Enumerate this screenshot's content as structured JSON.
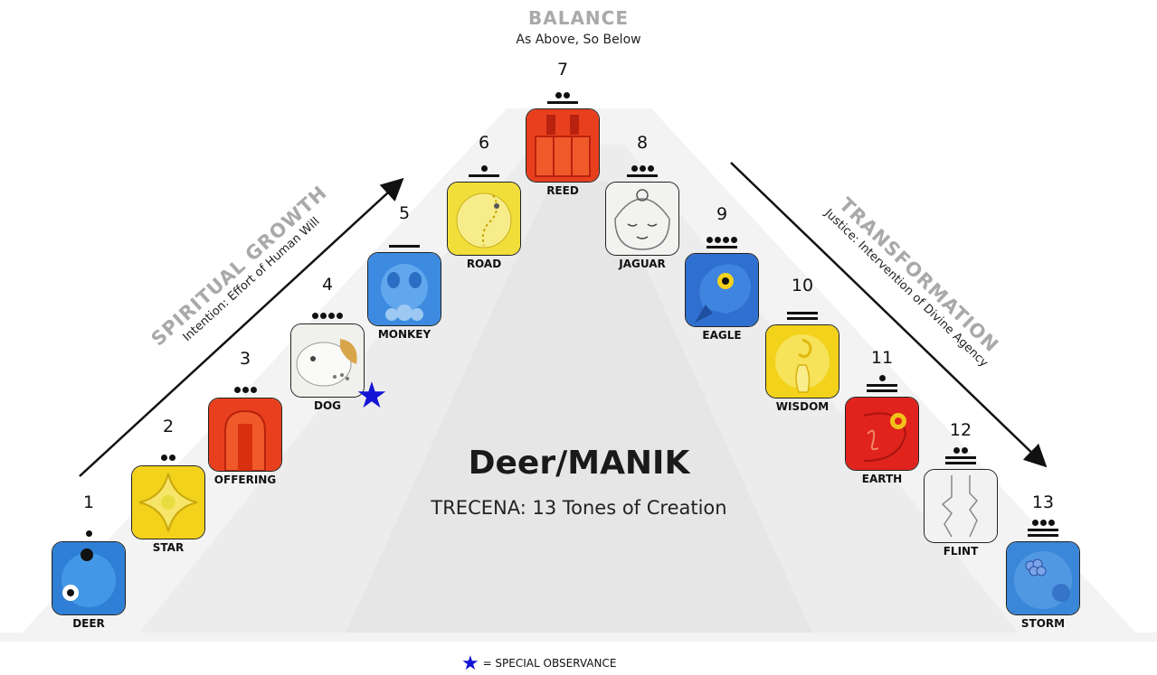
{
  "balance": {
    "title": "BALANCE",
    "subtitle": "As Above, So Below"
  },
  "left_arrow": {
    "title": "SPIRITUAL GROWTH",
    "subtitle": "Intention: Effort of Human Will"
  },
  "right_arrow": {
    "title": "TRANSFORMATION",
    "subtitle": "Justice: Intervention of Divine Agency"
  },
  "center": {
    "title": "Deer/MANIK",
    "subtitle": "TRECENA: 13 Tones of Creation"
  },
  "legend": {
    "text": "= SPECIAL OBSERVANCE",
    "icon": "star-icon",
    "color": "#1414d4"
  },
  "glyphs": [
    {
      "number": "1",
      "dots": 1,
      "bars": 0,
      "label": "DEER",
      "color": "#2f7fd6",
      "special": false
    },
    {
      "number": "2",
      "dots": 2,
      "bars": 0,
      "label": "STAR",
      "color": "#f2d21a",
      "special": false
    },
    {
      "number": "3",
      "dots": 3,
      "bars": 0,
      "label": "OFFERING",
      "color": "#e8401e",
      "special": false
    },
    {
      "number": "4",
      "dots": 4,
      "bars": 0,
      "label": "DOG",
      "color": "#f0f0ec",
      "special": true
    },
    {
      "number": "5",
      "dots": 0,
      "bars": 1,
      "label": "MONKEY",
      "color": "#3c8be0",
      "special": false
    },
    {
      "number": "6",
      "dots": 1,
      "bars": 1,
      "label": "ROAD",
      "color": "#f2de3a",
      "special": false
    },
    {
      "number": "7",
      "dots": 2,
      "bars": 1,
      "label": "REED",
      "color": "#e8401e",
      "special": false
    },
    {
      "number": "8",
      "dots": 3,
      "bars": 1,
      "label": "JAGUAR",
      "color": "#f2f2f0",
      "special": false
    },
    {
      "number": "9",
      "dots": 4,
      "bars": 1,
      "label": "EAGLE",
      "color": "#2f6fcf",
      "special": false
    },
    {
      "number": "10",
      "dots": 0,
      "bars": 2,
      "label": "WISDOM",
      "color": "#f2d21a",
      "special": false
    },
    {
      "number": "11",
      "dots": 1,
      "bars": 2,
      "label": "EARTH",
      "color": "#e0231c",
      "special": false
    },
    {
      "number": "12",
      "dots": 2,
      "bars": 2,
      "label": "FLINT",
      "color": "#f2f2f2",
      "special": false
    },
    {
      "number": "13",
      "dots": 3,
      "bars": 2,
      "label": "STORM",
      "color": "#3a86d8",
      "special": false
    }
  ]
}
